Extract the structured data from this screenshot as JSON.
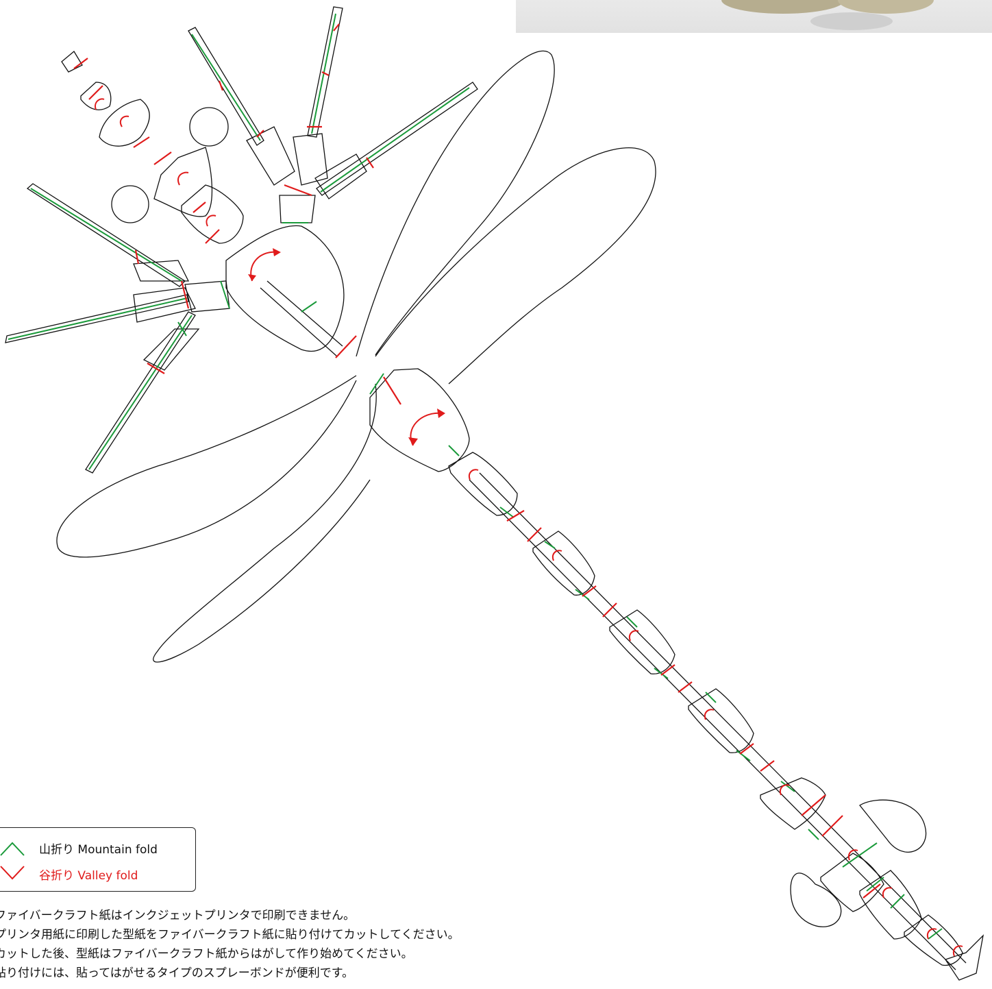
{
  "legend": {
    "mountain": "山折り Mountain fold",
    "valley": "谷折り Valley fold"
  },
  "notes": [
    "ファイバークラフト紙はインクジェットプリンタで印刷できません。",
    "プリンタ用紙に印刷した型紙をファイバークラフト紙に貼り付けてカットしてください。",
    "カットした後、型紙はファイバークラフト紙からはがして作り始めてください。",
    "貼り付けには、貼ってはがせるタイプのスプレーボンドが便利です。"
  ],
  "colors": {
    "mountain_fold": "#1a9a3a",
    "valley_fold": "#e01b1b",
    "cut_line": "#111111",
    "rotate_arrow": "#e01b1b"
  },
  "icons": {
    "mountain": "mountain-fold-icon",
    "valley": "valley-fold-icon",
    "rotate": "curved-arrow-icon"
  }
}
